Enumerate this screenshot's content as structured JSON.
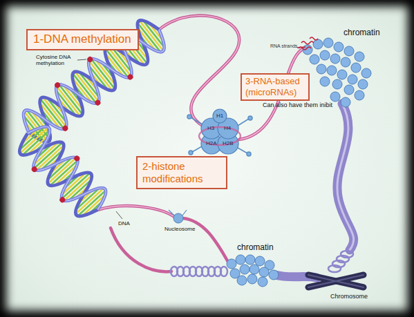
{
  "diagram": {
    "nodes": [
      {
        "text": [
          "1-DNA methylation"
        ]
      },
      {
        "text": [
          "3-RNA-based (microRNAs)"
        ]
      },
      {
        "text": [
          "2-histone modifications"
        ]
      }
    ],
    "labels": [
      "Cytosine DNA methylation",
      "RNA strands",
      "chromatin",
      "Can also have them inibit",
      "H1",
      "H3",
      "H4",
      "H2A",
      "H2B",
      "DNA",
      "Nucleosome",
      "chromatin",
      "Chromosome"
    ]
  }
}
